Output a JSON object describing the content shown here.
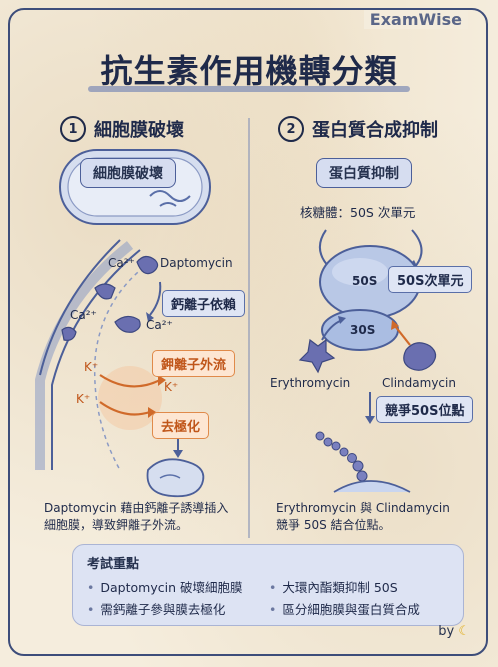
{
  "brand": "ExamWise",
  "title": "抗生素作用機轉分類",
  "left": {
    "number": "1",
    "heading": "細胞膜破壞",
    "cell_label": "細胞膜破壞",
    "ca_labels": [
      "Ca²⁺",
      "Ca²⁺",
      "Ca²⁺"
    ],
    "daptomycin": "Daptomycin",
    "tag_calcium": "鈣離子依賴",
    "k_labels": [
      "K⁺",
      "K⁺",
      "K⁺"
    ],
    "tag_efflux": "鉀離子外流",
    "tag_depol": "去極化",
    "desc_line1": "Daptomycin 藉由鈣離子誘導插入",
    "desc_line2": "細胞膜，導致鉀離子外流。"
  },
  "right": {
    "number": "2",
    "heading": "蛋白質合成抑制",
    "pill": "蛋白質抑制",
    "ribosome_caption": "核糖體：50S 次單元",
    "label_50s": "50S",
    "tag_50s": "50S次單元",
    "label_30s": "30S",
    "erythromycin": "Erythromycin",
    "clindamycin": "Clindamycin",
    "tag_compete": "競爭50S位點",
    "desc_line1": "Erythromycin 與 Clindamycin",
    "desc_line2": "競爭 50S 結合位點。"
  },
  "summary": {
    "title": "考試重點",
    "points": [
      "Daptomycin 破壞細胞膜",
      "大環內酯類抑制 50S",
      "需鈣離子參與膜去極化",
      "區分細胞膜與蛋白質合成"
    ]
  },
  "byline": "by",
  "colors": {
    "navy": "#1f2a4a",
    "orange": "#e08a4a",
    "blue_fill": "#c9d5ef",
    "purple": "#6a6fb0"
  }
}
